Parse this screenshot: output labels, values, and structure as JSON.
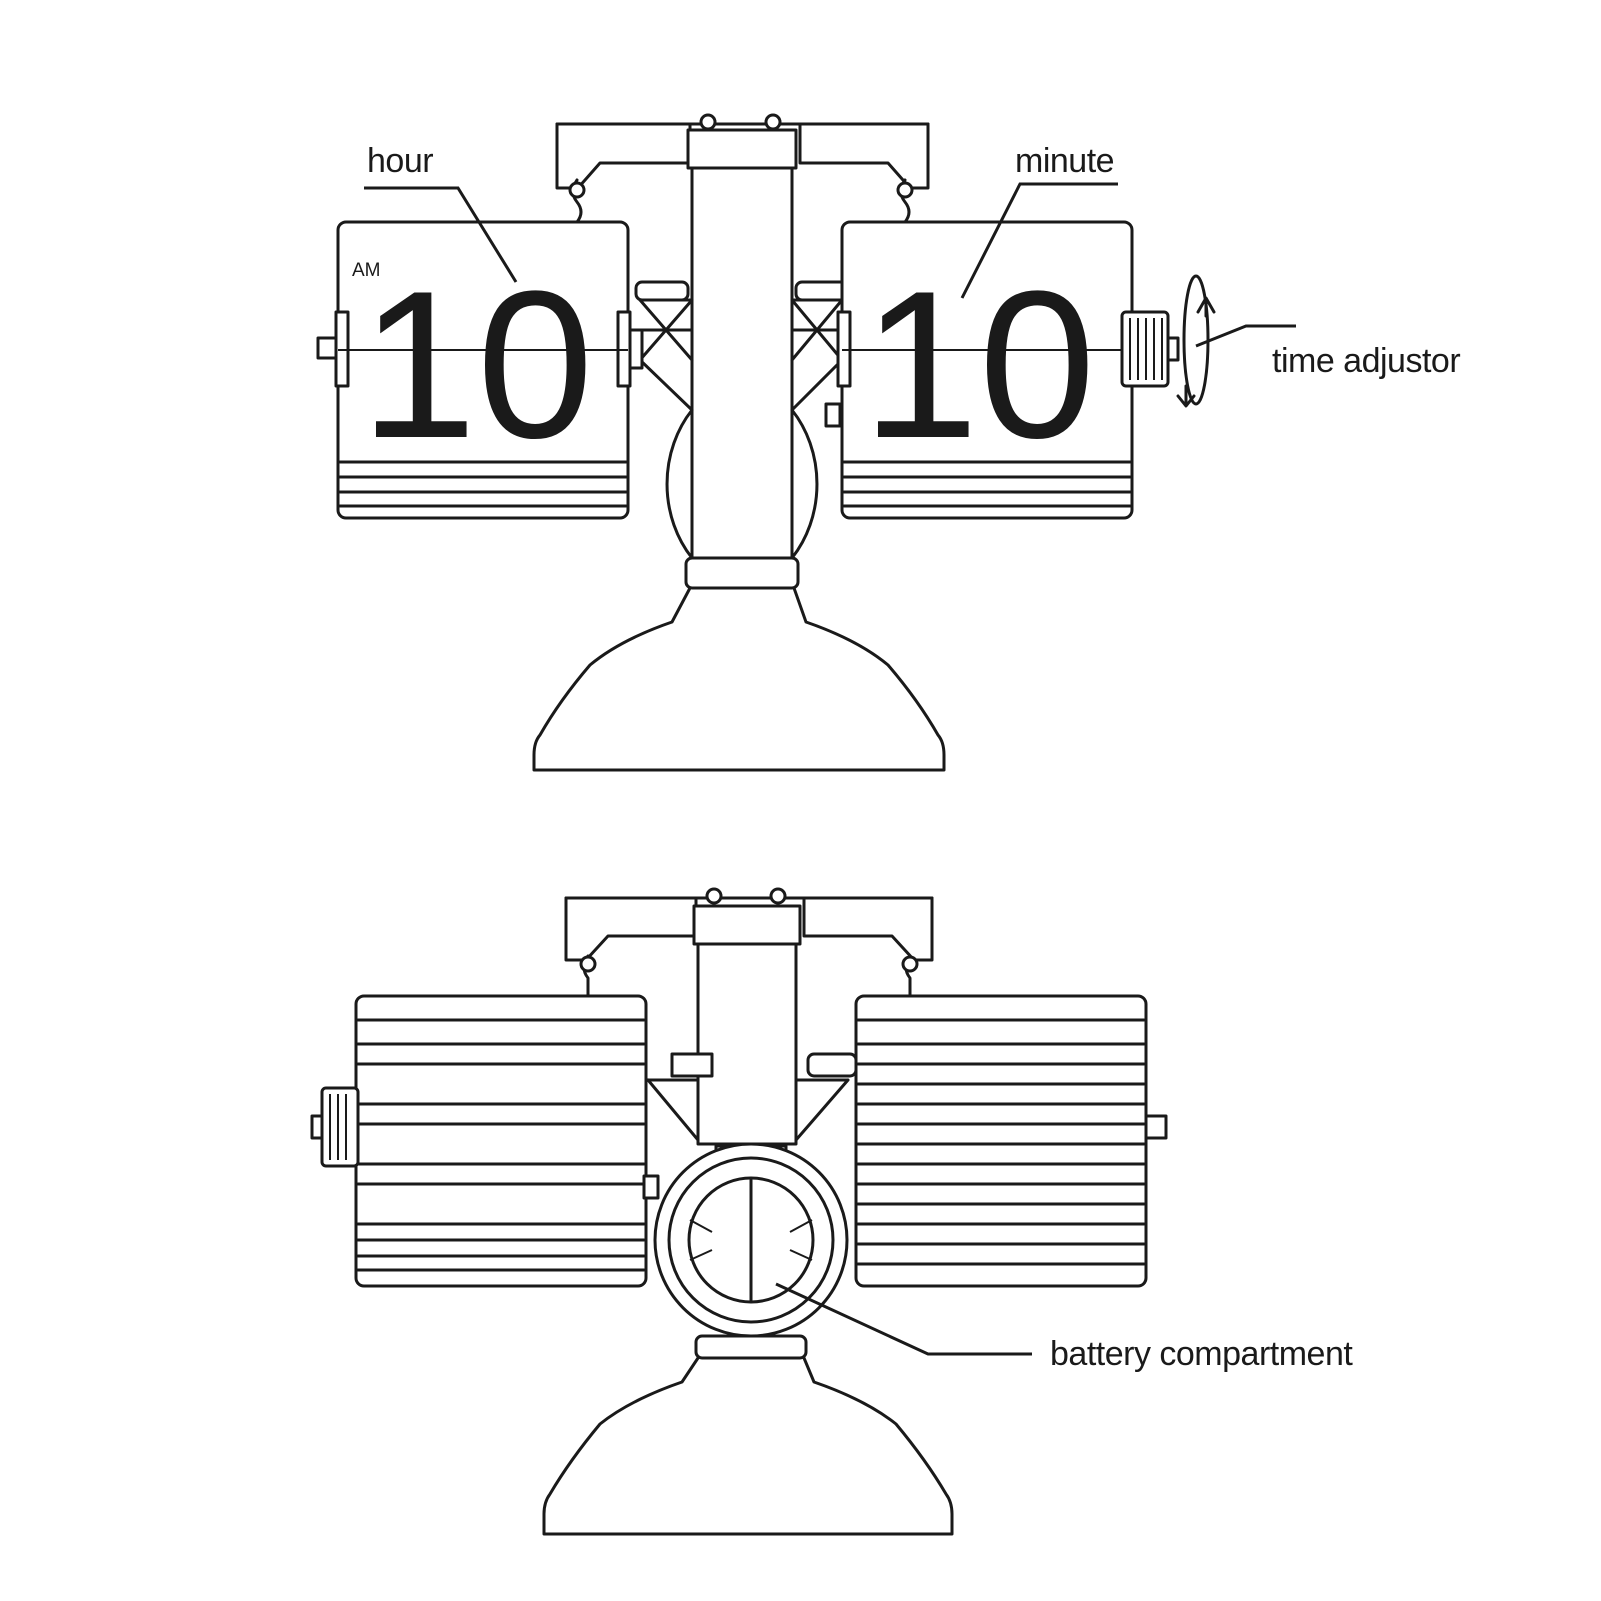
{
  "diagram": {
    "front_view": {
      "hour_card": {
        "period": "AM",
        "digits": "10"
      },
      "minute_card": {
        "digits": "10"
      },
      "callouts": {
        "hour": "hour",
        "minute": "minute",
        "time_adjustor": "time adjustor"
      }
    },
    "back_view": {
      "callouts": {
        "battery_compartment": "battery compartment"
      }
    }
  }
}
